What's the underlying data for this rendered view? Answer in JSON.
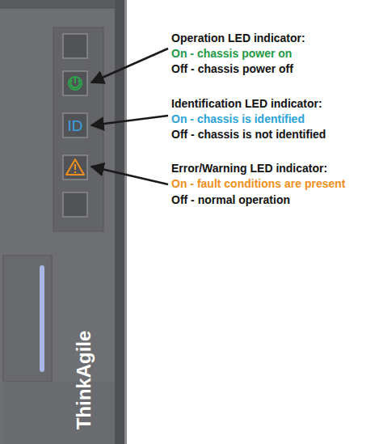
{
  "diagram": {
    "labels": [
      "Operation LED indicator:",
      "On - chassis power on",
      "Off - chassis power off",
      "Identification LED indicator:",
      "On - chassis is identified",
      "Off - chassis is not identified",
      "Error/Warning LED indicator:",
      "On - fault conditions are present",
      "Off - normal operation",
      "ID",
      "ThinkAgile"
    ]
  }
}
